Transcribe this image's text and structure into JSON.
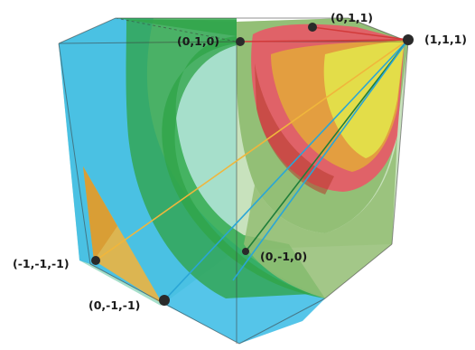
{
  "figure": {
    "points": [
      {
        "id": "p111",
        "label": "(1,1,1)"
      },
      {
        "id": "p011",
        "label": "(0,1,1)"
      },
      {
        "id": "p010",
        "label": "(0,1,0)"
      },
      {
        "id": "pm1m1m1",
        "label": "(-1,-1,-1)"
      },
      {
        "id": "p0m1m1",
        "label": "(0,-1,-1)"
      },
      {
        "id": "p0m10",
        "label": "(0,-1,0)"
      }
    ],
    "colors": {
      "cyan": "#3dbde6",
      "green": "#2faa4b",
      "olive": "#8ab86a",
      "red": "#ea5566",
      "yellow": "#e3e34a",
      "orange": "#e3a53c",
      "cube_edge": "#3a3a3a"
    }
  }
}
